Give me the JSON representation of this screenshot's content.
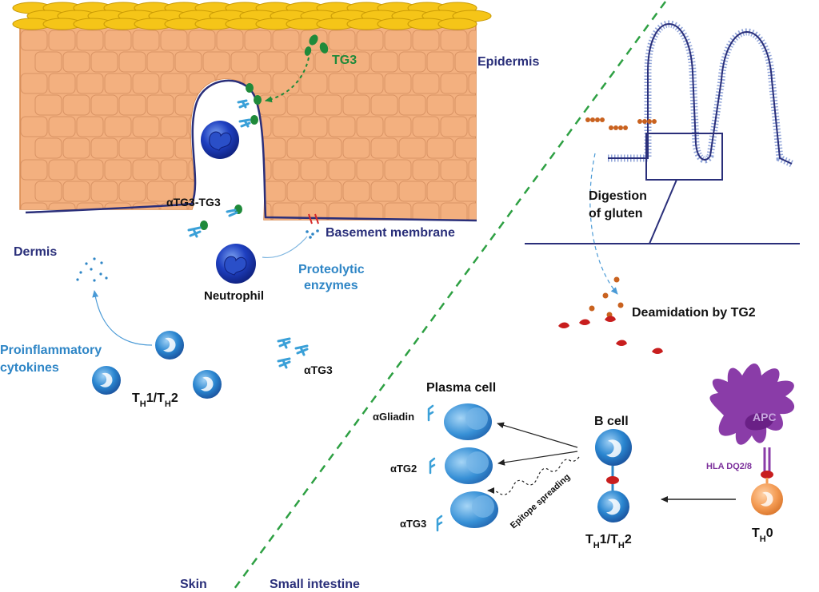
{
  "labels": {
    "tg3": "TG3",
    "epidermis": "Epidermis",
    "atg3_tg3": "αTG3-TG3",
    "basement_membrane": "Basement membrane",
    "dermis": "Dermis",
    "neutrophil": "Neutrophil",
    "proteolytic_1": "Proteolytic",
    "proteolytic_2": "enzymes",
    "proinflam_1": "Proinflammatory",
    "proinflam_2": "cytokines",
    "th_left": "TH1/TH2",
    "atg3_free": "αTG3",
    "digestion_1": "Digestion",
    "digestion_2": "of gluten",
    "deamidation": "Deamidation by TG2",
    "plasma_cell": "Plasma cell",
    "agliadin": "αGliadin",
    "atg2": "αTG2",
    "atg3": "αTG3",
    "b_cell": "B cell",
    "epitope_spreading": "Epitope spreading",
    "th_right": "TH1/TH2",
    "apc": "APC",
    "hla": "HLA DQ2/8",
    "th0": "TH0",
    "skin": "Skin",
    "small_intestine": "Small intestine"
  },
  "colors": {
    "navy": "#2a2f7a",
    "keratinocyte": "#f3b07f",
    "stratum_corneum": "#f5c518",
    "cell_blue": "#2a7fc8",
    "green": "#1f8a3a",
    "antibody_blue": "#3aa0d8",
    "apc_purple": "#8a3ca8",
    "th0_orange": "#f39a52",
    "gluten_brown": "#c9621f",
    "deamidated_red": "#c81e1e",
    "divider_green": "#2ea043"
  }
}
